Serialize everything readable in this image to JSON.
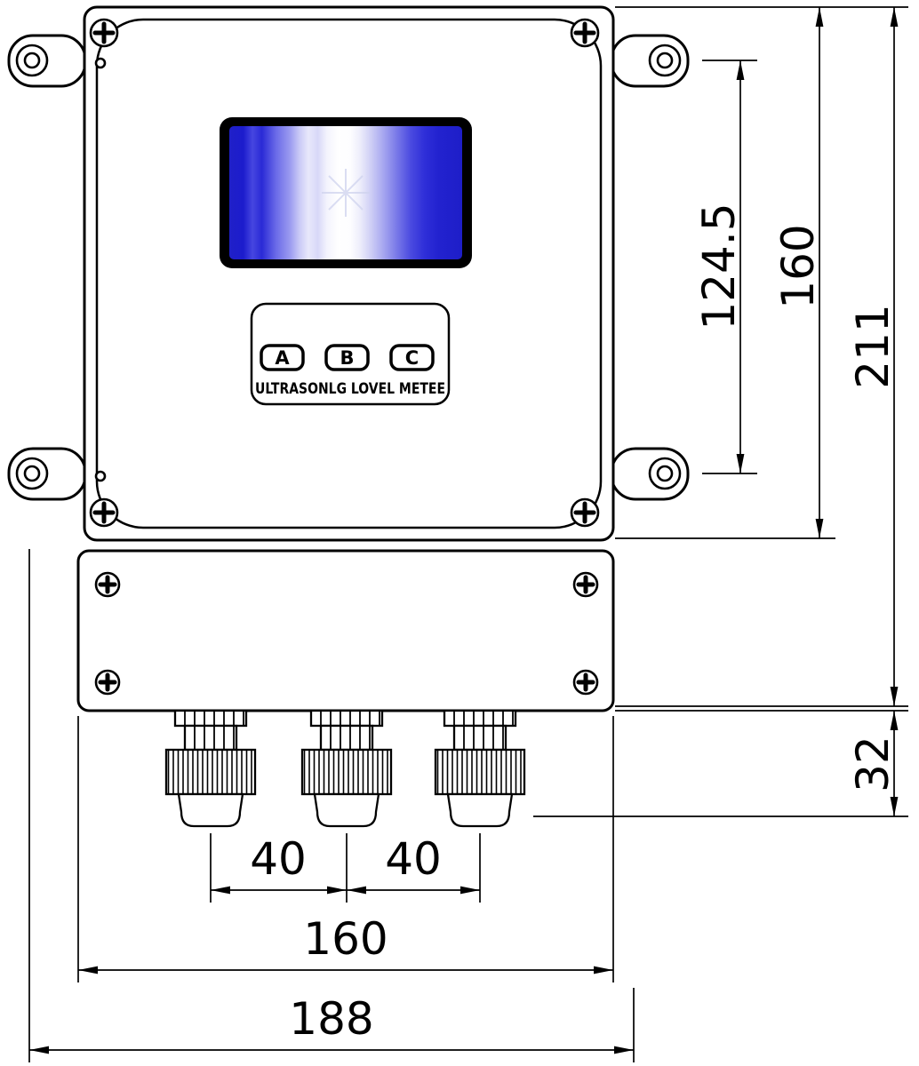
{
  "device": {
    "keypad": {
      "buttons": [
        "A",
        "B",
        "C"
      ],
      "label": "ULTRASONLG LOVEL METEE"
    }
  },
  "dimensions": {
    "hole_spacing_vertical": "124.5",
    "enclosure_height": "160",
    "overall_height": "211",
    "gland_section_height": "32",
    "gland_pitch_left": "40",
    "gland_pitch_right": "40",
    "enclosure_width_bottom": "160",
    "overall_width": "188"
  },
  "colors": {
    "line": "#000000",
    "background": "#ffffff",
    "lcd_blue": "#1e1ecb",
    "lcd_white": "#ffffff"
  }
}
